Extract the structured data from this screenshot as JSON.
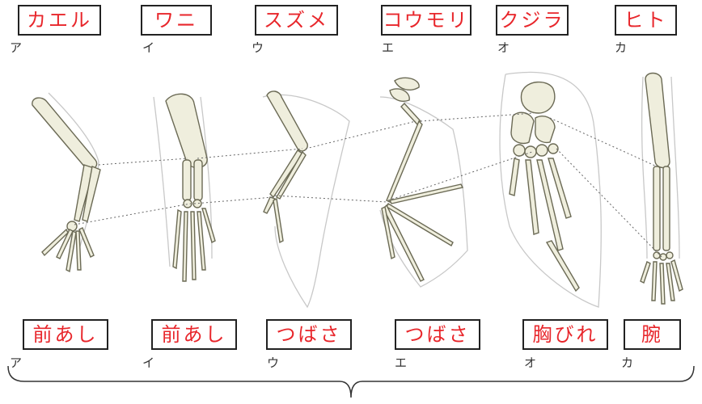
{
  "animals": [
    {
      "name": "カエル",
      "letter": "ア",
      "part": "前あし"
    },
    {
      "name": "ワニ",
      "letter": "イ",
      "part": "前あし"
    },
    {
      "name": "スズメ",
      "letter": "ウ",
      "part": "つばさ"
    },
    {
      "name": "コウモリ",
      "letter": "エ",
      "part": "つばさ"
    },
    {
      "name": "クジラ",
      "letter": "オ",
      "part": "胸びれ"
    },
    {
      "name": "ヒト",
      "letter": "カ",
      "part": "腕"
    }
  ],
  "colors": {
    "label_text": "#e8262b",
    "bone_fill": "#efeedd",
    "bone_stroke": "#6b6a55",
    "outline": "#bdbdbd"
  }
}
